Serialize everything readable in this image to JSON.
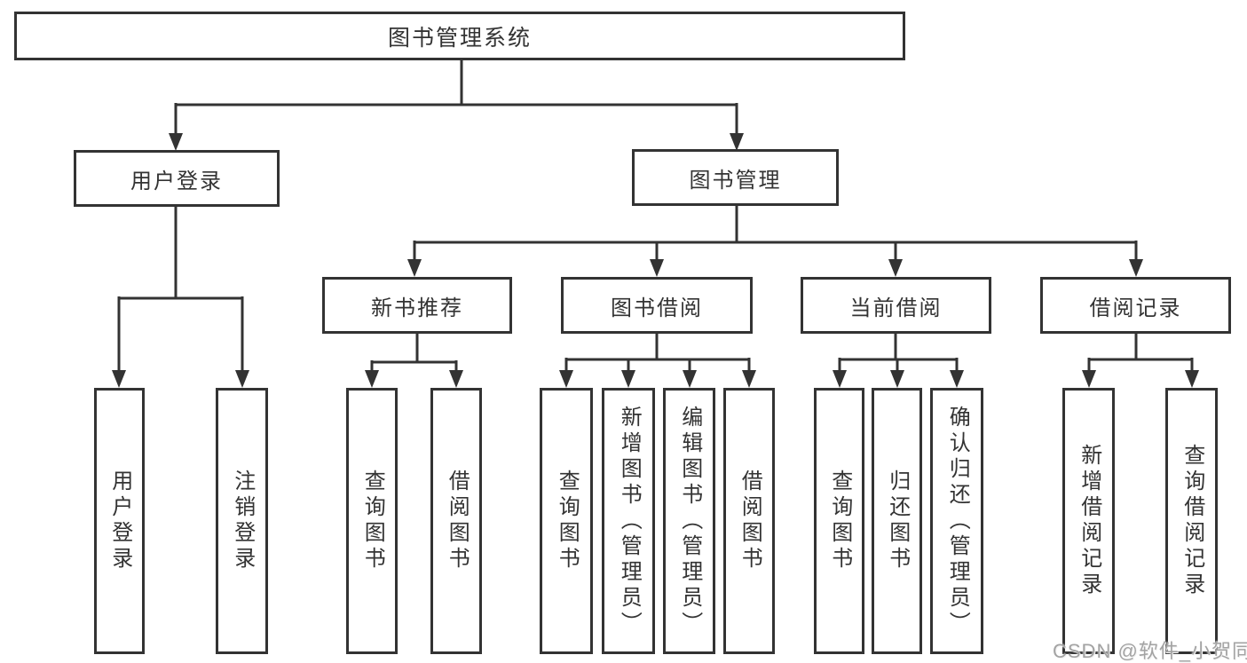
{
  "diagram_title": "图书管理系统",
  "colors": {
    "line": "#333333",
    "text": "#333333",
    "box_background": "#ffffff",
    "watermark": "#a3a3a3"
  },
  "nodes": {
    "root": "图书管理系统",
    "l2": [
      "用户登录",
      "图书管理"
    ],
    "l3": [
      "新书推荐",
      "图书借阅",
      "当前借阅",
      "借阅记录"
    ],
    "leaves_user": [
      "用户登录",
      "注销登录"
    ],
    "leaves_recommend": [
      "查询图书",
      "借阅图书"
    ],
    "leaves_borrow": [
      "查询图书",
      "新增图书（管理员）",
      "编辑图书（管理员）",
      "借阅图书"
    ],
    "leaves_current": [
      "查询图书",
      "归还图书",
      "确认归还（管理员）"
    ],
    "leaves_records": [
      "新增借阅记录",
      "查询借阅记录"
    ]
  },
  "watermark": "CSDN @软件_小贺同学"
}
